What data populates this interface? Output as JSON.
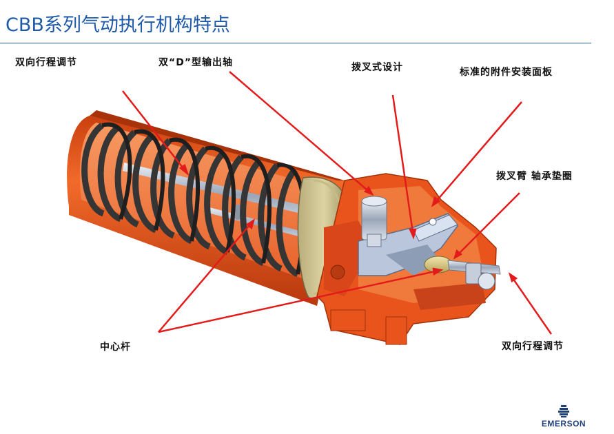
{
  "title": "CBB系列气动执行机构特点",
  "labels": {
    "double_travel_top": "双向行程调节",
    "d_output_shaft": "双“D”型输出轴",
    "scotch_yoke": "拨叉式设计",
    "mounting_pad": "标准的附件安装面板",
    "yoke_bushing": "拨叉臂 轴承垫圈",
    "center_rod": "中心杆",
    "double_travel_bottom": "双向行程调节"
  },
  "brand": "EMERSON",
  "colors": {
    "title": "#1f5aa8",
    "housing": "#e8541c",
    "spring": "#3a3a3a",
    "arrow": "#e31b1b"
  }
}
